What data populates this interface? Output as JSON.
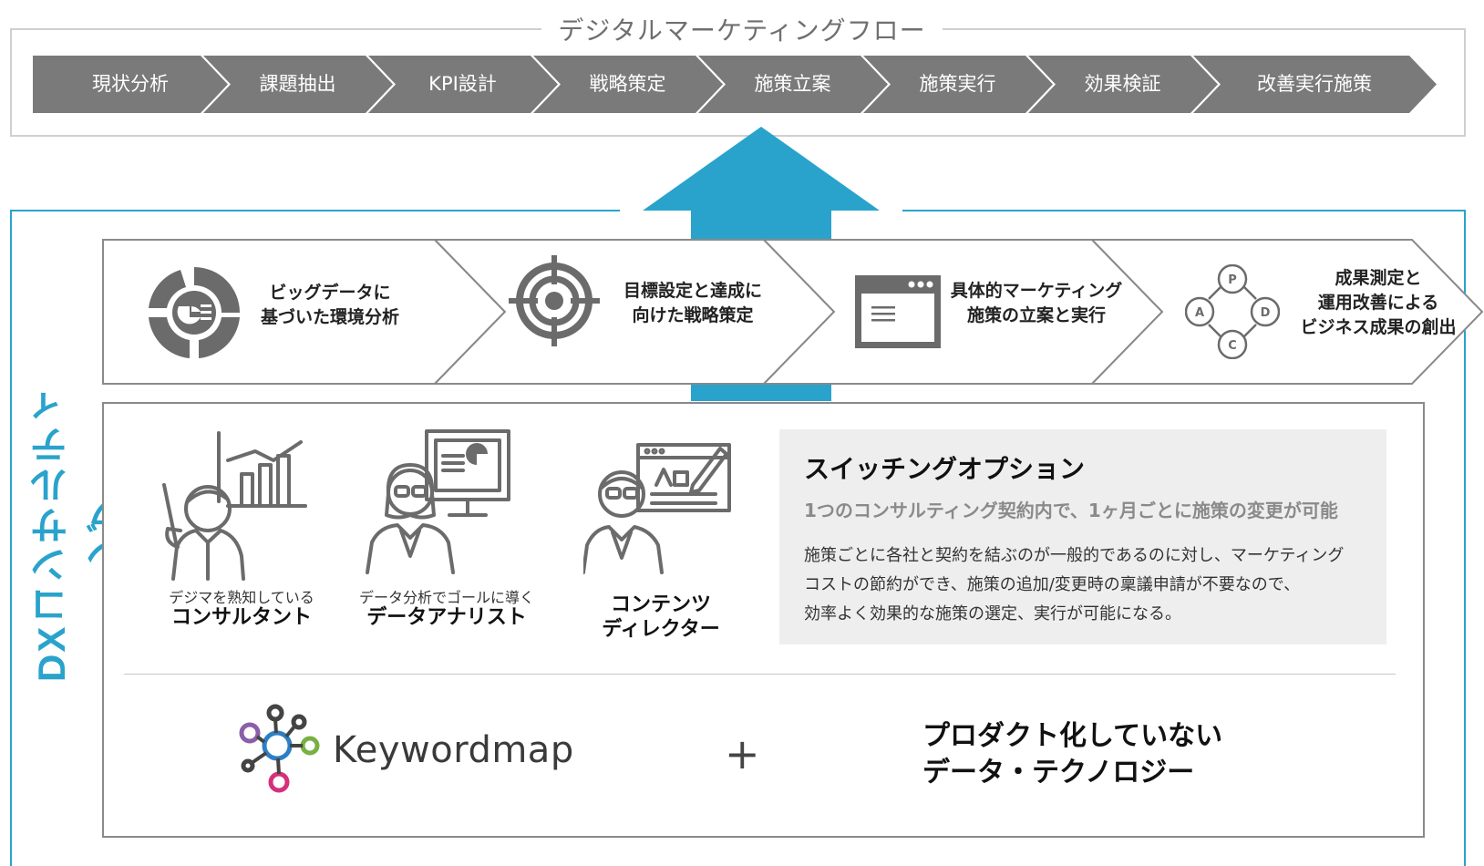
{
  "flow": {
    "title": "デジタルマーケティングフロー",
    "steps": [
      "現状分析",
      "課題抽出",
      "KPI設計",
      "戦略策定",
      "施策立案",
      "施策実行",
      "効果検証",
      "改善実行施策"
    ]
  },
  "dx_label": "DXコンサルティング",
  "features": [
    {
      "line1": "ビッグデータに",
      "line2": "基づいた環境分析",
      "icon": "pie-chart-icon"
    },
    {
      "line1": "目標設定と達成に",
      "line2": "向けた戦略策定",
      "icon": "target-icon"
    },
    {
      "line1": "具体的マーケティング",
      "line2": "施策の立案と実行",
      "icon": "browser-window-icon"
    },
    {
      "line1": "成果測定と",
      "line2": "運用改善による",
      "line3": "ビジネス成果の創出",
      "icon": "pdca-cycle-icon",
      "pdca": [
        "P",
        "D",
        "C",
        "A"
      ]
    }
  ],
  "people": [
    {
      "caption": "デジマを熟知している",
      "role": "コンサルタント"
    },
    {
      "caption": "データ分析でゴールに導く",
      "role": "データアナリスト"
    },
    {
      "role_line1": "コンテンツ",
      "role_line2": "ディレクター"
    }
  ],
  "switching": {
    "title": "スイッチングオプション",
    "subtitle": "1つのコンサルティング契約内で、1ヶ月ごとに施策の変更が可能",
    "body": [
      "施策ごとに各社と契約を結ぶのが一般的であるのに対し、マーケティング",
      "コストの節約ができ、施策の追加/変更時の稟議申請が不要なので、",
      "効率よく効果的な施策の選定、実行が可能になる。"
    ]
  },
  "keywordmap": {
    "name": "Keywordmap",
    "plus": "+"
  },
  "technology": {
    "line1": "プロダクト化していない",
    "line2": "データ・テクノロジー"
  },
  "colors": {
    "accent_blue": "#2aa3cc",
    "chevron_gray": "#7a7a7a",
    "icon_gray": "#6b6b6b",
    "logo_purple": "#8b5fa8",
    "logo_blue": "#2c7fc4",
    "logo_green": "#79b043",
    "logo_pink": "#d6307a"
  }
}
